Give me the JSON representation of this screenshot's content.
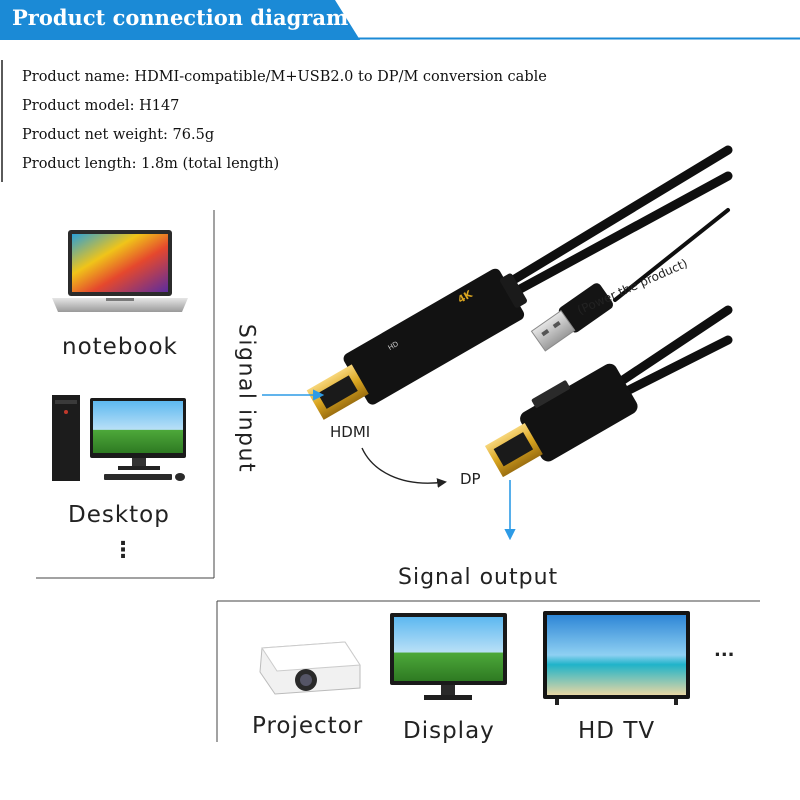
{
  "header": {
    "title": "Product connection diagram"
  },
  "specs": [
    {
      "label": "Product name",
      "value": "HDMI-compatible/M+USB2.0 to DP/M conversion cable"
    },
    {
      "label": "Product model",
      "value": "H147"
    },
    {
      "label": "Product net weight",
      "value": "76.5g"
    },
    {
      "label": "Product length",
      "value": "1.8m (total length)"
    }
  ],
  "inputs": {
    "section_label": "Signal input",
    "devices": [
      {
        "label": "notebook",
        "icon": "laptop-icon"
      },
      {
        "label": "Desktop",
        "icon": "desktop-computer-icon"
      }
    ],
    "more": "⋮"
  },
  "cable": {
    "hdmi_label": "HDMI",
    "dp_label": "DP",
    "usb_note": "(Power the product)",
    "badge": "4K",
    "plug_mark": "HD"
  },
  "outputs": {
    "section_label": "Signal output",
    "devices": [
      {
        "label": "Projector",
        "icon": "projector-icon"
      },
      {
        "label": "Display",
        "icon": "monitor-icon"
      },
      {
        "label": "HD TV",
        "icon": "tv-icon"
      }
    ],
    "more": "..."
  },
  "colors": {
    "banner": "#1b8ad6",
    "accent_line": "#1b8ad6",
    "arrow": "#2d9be6",
    "plug_gold": "#d9a520"
  }
}
